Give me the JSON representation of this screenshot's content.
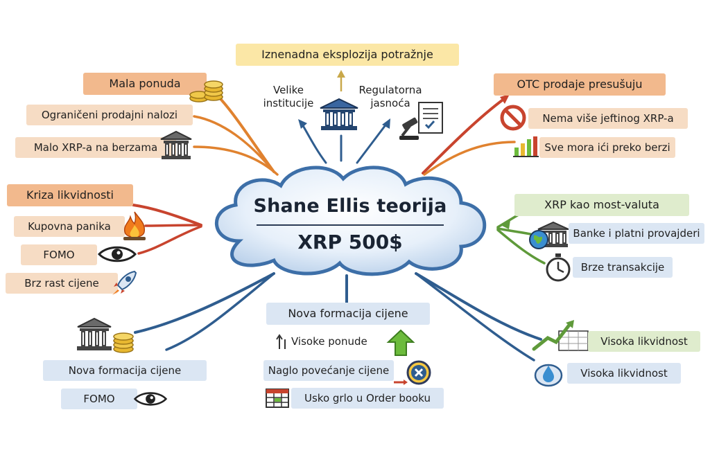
{
  "center": {
    "title": "Shane Ellis teorija",
    "subtitle": "XRP 500$"
  },
  "top": {
    "headline": "Iznenadna eksplozija potražnje",
    "left_label": [
      "Velike",
      "institucije"
    ],
    "right_label": [
      "Regulatorna",
      "jasnoća"
    ]
  },
  "upper_left": {
    "head": "Mala ponuda",
    "items": [
      "Ograničeni prodajni nalozi",
      "Malo XRP-a na berzama"
    ]
  },
  "mid_left": {
    "head": "Kriza likvidnosti",
    "items": [
      "Kupovna panika",
      "FOMO",
      "Brz rast cijene"
    ]
  },
  "lower_left": {
    "items": [
      "Nova formacija cijene",
      "FOMO"
    ]
  },
  "bottom_center": {
    "head": "Nova formacija cijene",
    "items": [
      "Visoke ponude",
      "Naglo povećanje cijene",
      "Usko grlo u Order booku"
    ]
  },
  "upper_right": {
    "head": "OTC prodaje presušuju",
    "items": [
      "Nema više jeftinog XRP-a",
      "Sve mora ići preko berzi"
    ]
  },
  "mid_right": {
    "head": "XRP kao most-valuta",
    "items": [
      "Banke i platni provajderi",
      "Brze transakcije"
    ]
  },
  "lower_right": {
    "items": [
      "Visoka likvidnost",
      "Visoka likvidnost"
    ]
  },
  "colors": {
    "orange": "#f6dcc4",
    "orange_dark": "#f2b98d",
    "blue": "#dbe6f3",
    "green": "#dfeccd",
    "yellow": "#fbe7a6",
    "branch_orange": "#e0822f",
    "branch_red": "#c8442e",
    "branch_blue": "#2f5d8f",
    "branch_green": "#5f9a3a"
  }
}
